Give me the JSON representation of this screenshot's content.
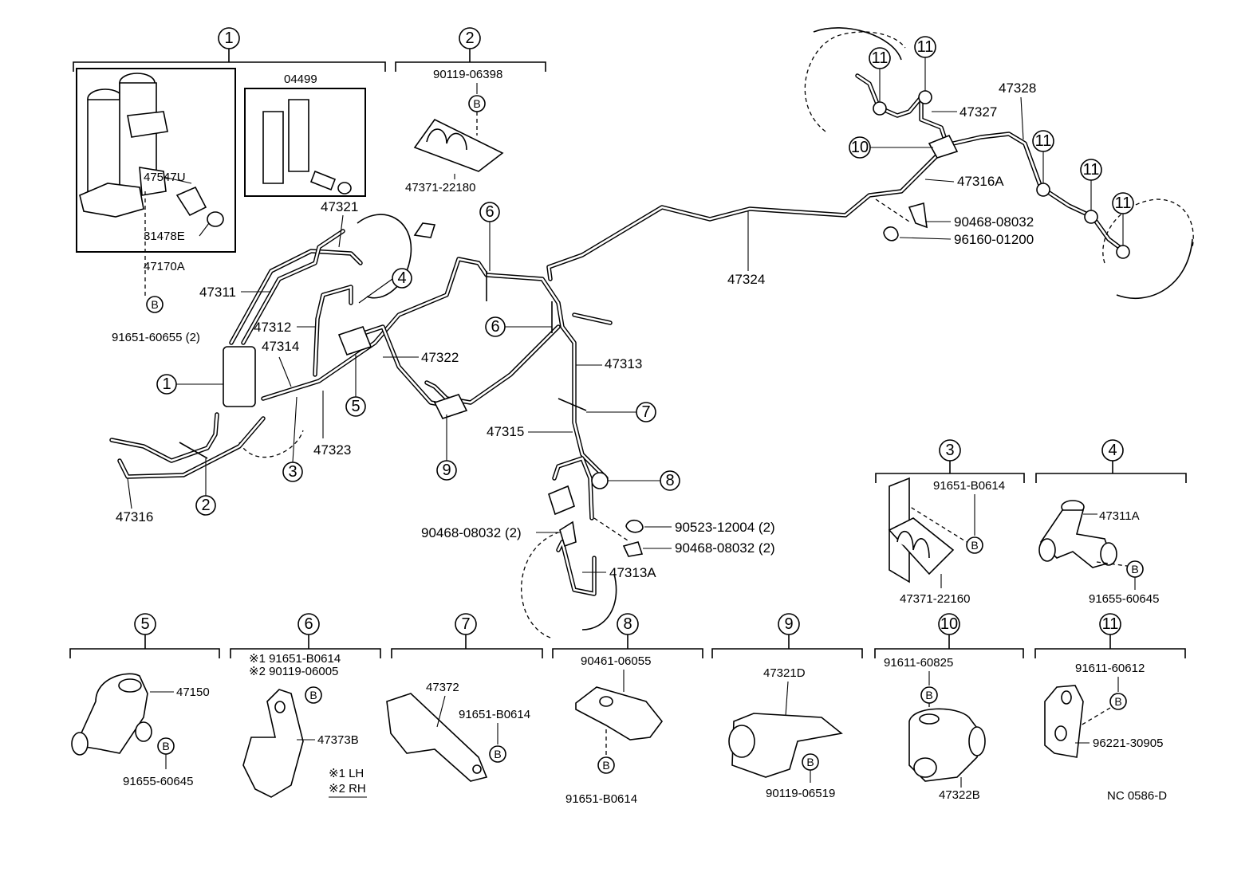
{
  "groups": {
    "g1": {
      "num": "1",
      "sub": "04499",
      "p1": "47547U",
      "p2": "31478E",
      "p3": "47170A",
      "bolt": "91651-60655 (2)"
    },
    "g2": {
      "num": "2",
      "p1": "90119-06398",
      "p2": "47371-22180"
    },
    "g3": {
      "num": "3",
      "p1": "91651-B0614",
      "p2": "47371-22160"
    },
    "g4": {
      "num": "4",
      "p1": "47311A",
      "p2": "91655-60645"
    },
    "g5": {
      "num": "5",
      "p1": "47150",
      "p2": "91655-60645"
    },
    "g6": {
      "num": "6",
      "p1": "※1  91651-B0614",
      "p2": "※2  90119-06005",
      "p3": "47373B",
      "n1": "※1 LH",
      "n2": "※2 RH"
    },
    "g7": {
      "num": "7",
      "p1": "47372",
      "p2": "91651-B0614"
    },
    "g8": {
      "num": "8",
      "p1": "90461-06055",
      "p2": "91651-B0614"
    },
    "g9": {
      "num": "9",
      "p1": "47321D",
      "p2": "90119-06519"
    },
    "g10": {
      "num": "10",
      "p1": "91611-60825",
      "p2": "47322B"
    },
    "g11": {
      "num": "11",
      "p1": "91611-60612",
      "p2": "96221-30905"
    }
  },
  "main": {
    "p47321": "47321",
    "p47311": "47311",
    "p47312": "47312",
    "p47314": "47314",
    "p47322": "47322",
    "p47323": "47323",
    "p47316": "47316",
    "p47313": "47313",
    "p47315": "47315",
    "p47324": "47324",
    "p47328": "47328",
    "p47327": "47327",
    "p47316A": "47316A",
    "p90468": "90468-08032",
    "p96160": "96160-01200",
    "p90468x2": "90468-08032 (2)",
    "p90523": "90523-12004 (2)",
    "p90468x2b": "90468-08032 (2)",
    "p47313A": "47313A"
  },
  "callouts": {
    "c1": "1",
    "c2": "2",
    "c3": "3",
    "c4": "4",
    "c5": "5",
    "c6": "6",
    "c7": "7",
    "c8": "8",
    "c9": "9",
    "c10": "10",
    "c11": "11"
  },
  "bolt": "B",
  "code": "NC 0586-D"
}
